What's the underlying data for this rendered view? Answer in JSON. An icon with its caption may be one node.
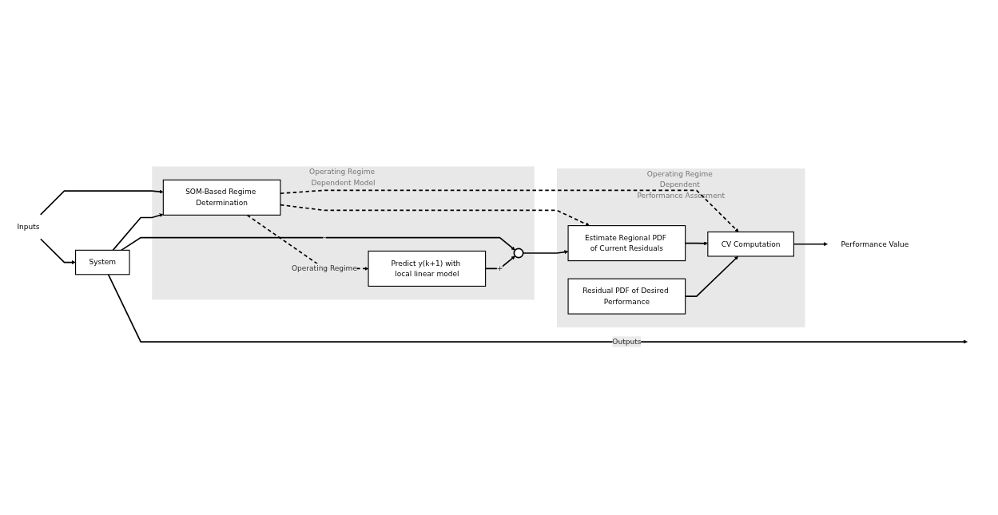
{
  "diagram": {
    "nodes": [
      {
        "text": [
          "Inputs"
        ]
      },
      {
        "text": [
          "System"
        ]
      },
      {
        "text": [
          "Operating Regime Dependent Model"
        ]
      },
      {
        "text": [
          "SOM-Based Regime Determination"
        ],
        "in": 2
      },
      {
        "text": [
          "Predict y(k+1) with local linear model"
        ],
        "in": 2
      },
      {
        "text": [],
        "shape": "circle",
        "in": 2
      },
      {
        "text": [
          "Operating Regime Dependent Performance Assesment"
        ]
      },
      {
        "text": [
          "Estimate Regional PDF of Current Residuals"
        ],
        "in": 6
      },
      {
        "text": [
          "CV Computation"
        ],
        "in": 6
      },
      {
        "text": [
          "Residual PDF of Desired Performance"
        ],
        "in": 6
      },
      {
        "text": [
          "Performance Value"
        ]
      }
    ],
    "edges": [
      {
        "from": 0,
        "to": 1,
        "arrow": "to"
      },
      {
        "from": 0,
        "to": 3,
        "arrow": "to"
      },
      {
        "from": 1,
        "to": null,
        "arrow": "to",
        "label": "Outputs"
      },
      {
        "from": 1,
        "to": 3,
        "arrow": "to"
      },
      {
        "from": 1,
        "to": 5,
        "arrow": "to",
        "label": "-"
      },
      {
        "from": 4,
        "to": 5,
        "arrow": "to",
        "label": "+"
      },
      {
        "from": 3,
        "to": 4,
        "arrow": "to",
        "style": "dashed",
        "label": "Operating Regime"
      },
      {
        "from": 3,
        "to": 7,
        "arrow": "to",
        "style": "dashed"
      },
      {
        "from": 3,
        "to": 8,
        "arrow": "to",
        "style": "dashed"
      },
      {
        "from": 5,
        "to": 7,
        "arrow": "to"
      },
      {
        "from": 7,
        "to": 8,
        "arrow": "to"
      },
      {
        "from": 9,
        "to": 8,
        "arrow": "to"
      },
      {
        "from": 8,
        "to": 10,
        "arrow": "to"
      }
    ]
  }
}
